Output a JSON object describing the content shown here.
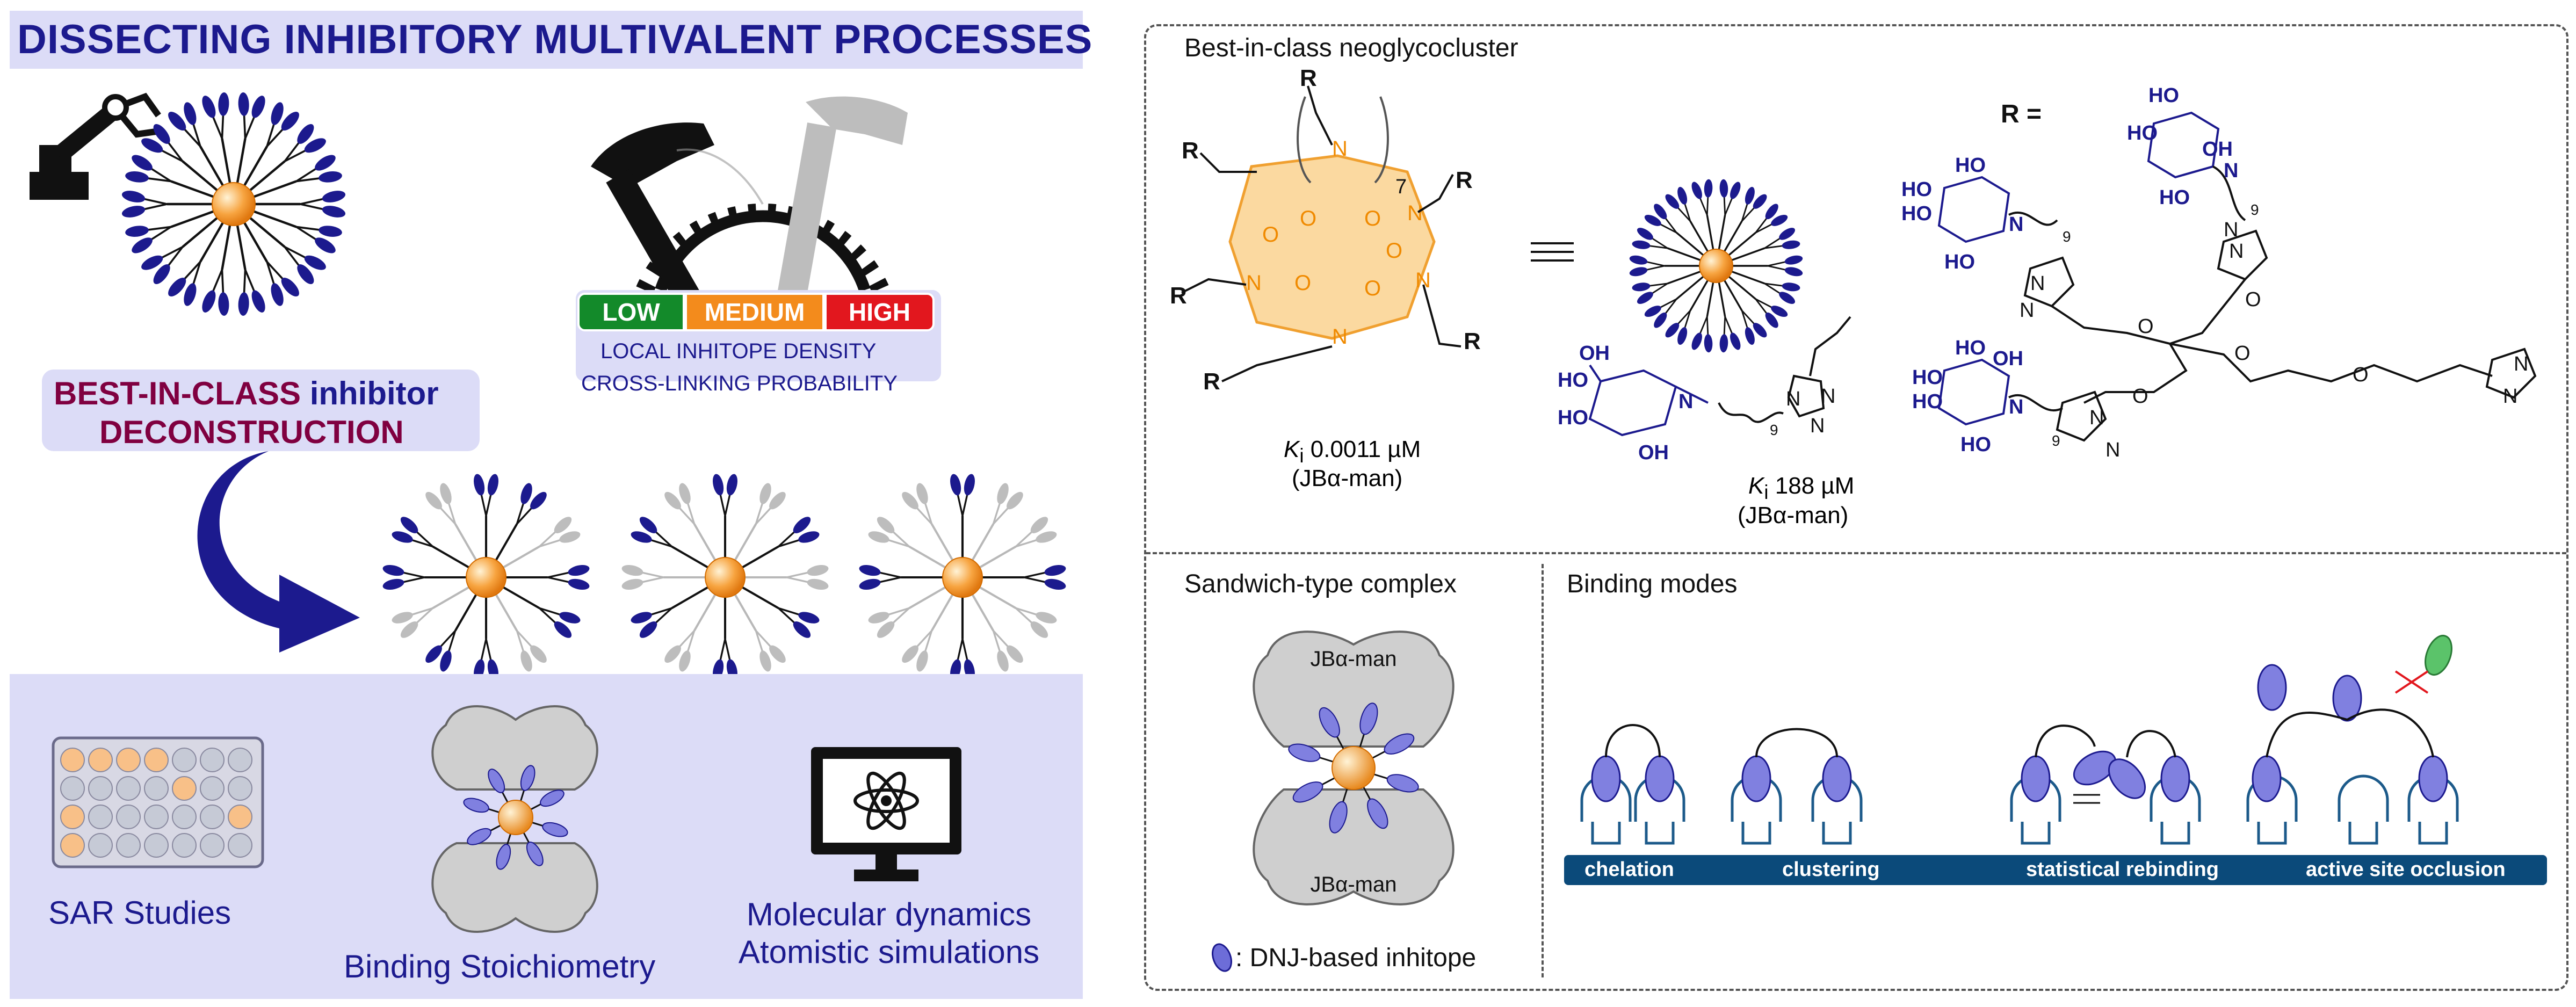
{
  "header": {
    "title": "DISSECTING INHIBITORY MULTIVALENT PROCESSES"
  },
  "deconstruction": {
    "line1_a": "BEST-IN-CLASS",
    "line1_b": "inhibitor",
    "line2": "DECONSTRUCTION"
  },
  "scale": {
    "low": "LOW",
    "medium": "MEDIUM",
    "high": "HIGH",
    "caption1": "LOCAL INHITOPE DENSITY",
    "caption2": "CROSS-LINKING PROBABILITY",
    "colors": {
      "low": "#138a2a",
      "medium": "#f38b1c",
      "high": "#e2171e"
    }
  },
  "studies": {
    "sar": "SAR Studies",
    "stoichiometry": "Binding Stoichiometry",
    "md1": "Molecular dynamics",
    "md2": "Atomistic simulations"
  },
  "neoglycocluster": {
    "title": "Best-in-class neoglycocluster",
    "ki_macro": "0.0011 µM",
    "enzyme": "(JBα-man)",
    "ki_mono": "188 µM",
    "r_label": "R =",
    "repeat": "7",
    "r": "R",
    "ki_symbol": "K",
    "ki_sub": "i",
    "n9": "9"
  },
  "sandwich": {
    "title": "Sandwich-type complex",
    "top_enzyme": "JBα-man",
    "bottom_enzyme": "JBα-man",
    "legend": ": DNJ-based inhitope"
  },
  "binding_modes": {
    "title": "Binding modes",
    "labels": [
      "chelation",
      "clustering",
      "statistical rebinding",
      "active site occlusion"
    ]
  },
  "colors": {
    "navy": "#1c1a8e",
    "maroon": "#800040",
    "lavender": "#dcdcf7",
    "orange": "#f5a030",
    "bar": "#0b4a7a"
  }
}
